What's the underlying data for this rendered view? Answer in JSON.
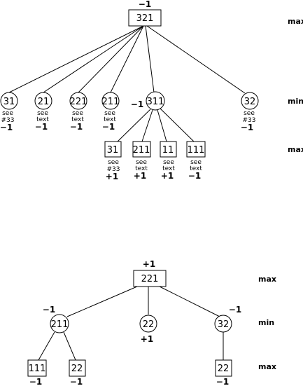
{
  "tree1": {
    "levels": [
      "max",
      "min",
      "max"
    ],
    "root": {
      "label": "321",
      "value": "−1"
    },
    "children": [
      {
        "label": "31",
        "notes": [
          "see",
          "#33"
        ],
        "value": "−1"
      },
      {
        "label": "21",
        "notes": [
          "see",
          "text"
        ],
        "value": "−1"
      },
      {
        "label": "221",
        "notes": [
          "see",
          "text"
        ],
        "value": "−1"
      },
      {
        "label": "211",
        "notes": [
          "see",
          "text"
        ],
        "value": "−1"
      },
      {
        "label": "311",
        "value": "−1",
        "children": [
          {
            "label": "31",
            "notes": [
              "see",
              "#33"
            ],
            "value": "+1"
          },
          {
            "label": "211",
            "notes": [
              "see",
              "text"
            ],
            "value": "+1"
          },
          {
            "label": "11",
            "notes": [
              "see",
              "text"
            ],
            "value": "+1"
          },
          {
            "label": "111",
            "notes": [
              "see",
              "text"
            ],
            "value": "−1"
          }
        ]
      },
      {
        "label": "32",
        "notes": [
          "see",
          "#33"
        ],
        "value": "−1"
      }
    ]
  },
  "tree2": {
    "levels": [
      "max",
      "min",
      "max"
    ],
    "root": {
      "label": "221",
      "value": "+1"
    },
    "children": [
      {
        "label": "211",
        "value": "−1",
        "children": [
          {
            "label": "111",
            "value": "−1"
          },
          {
            "label": "22",
            "value": "−1"
          }
        ]
      },
      {
        "label": "22",
        "value": "+1"
      },
      {
        "label": "32",
        "value": "−1",
        "children": [
          {
            "label": "22",
            "value": "−1"
          }
        ]
      }
    ]
  }
}
